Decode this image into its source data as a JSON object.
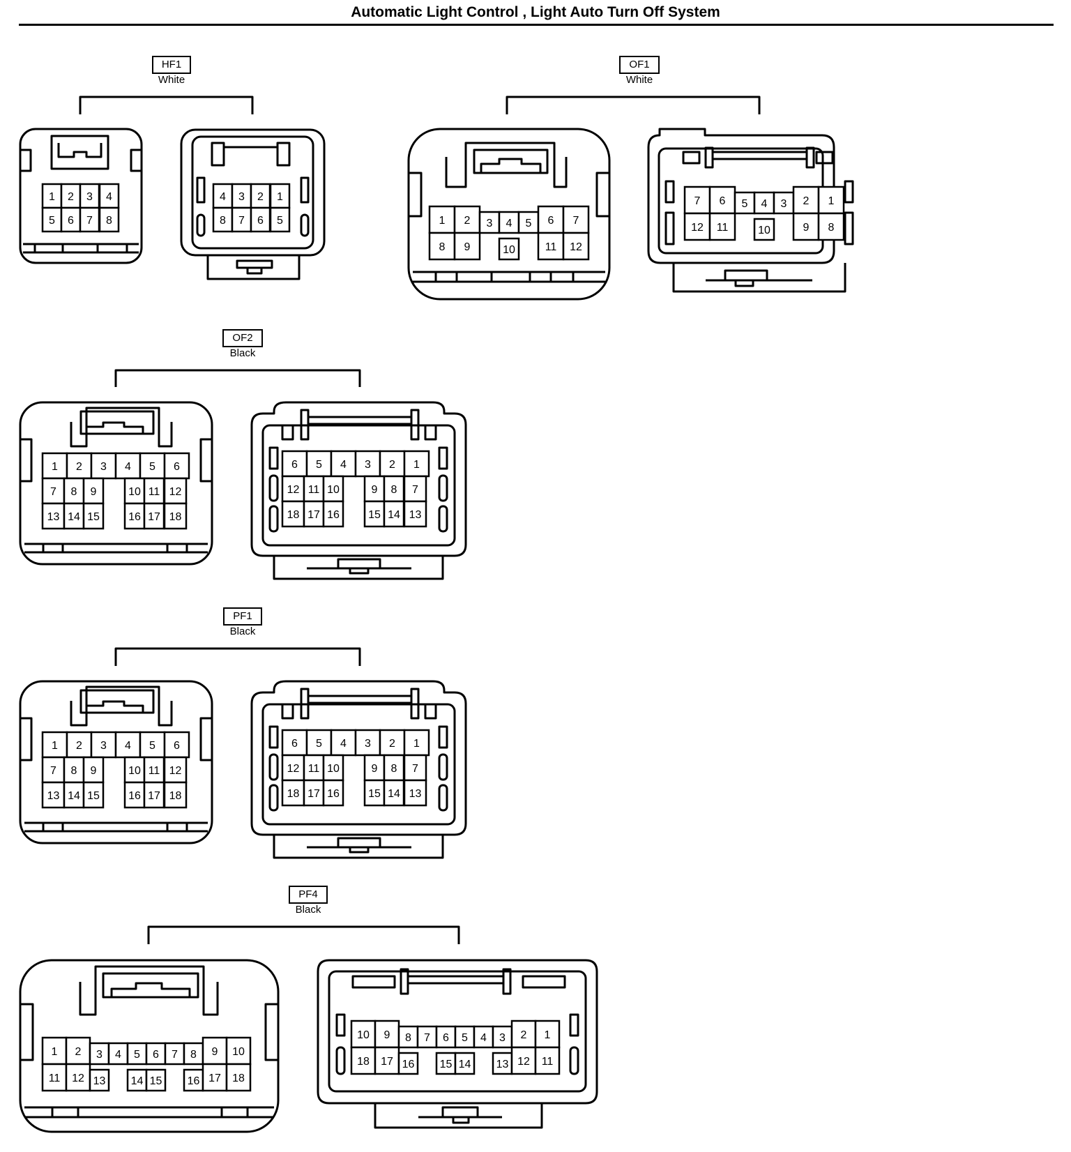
{
  "title": "Automatic Light Control , Light Auto Turn Off System",
  "connectors": [
    {
      "id": "HF1",
      "color": "White",
      "female_pins": [
        [
          "1",
          "2",
          "3",
          "4"
        ],
        [
          "5",
          "6",
          "7",
          "8"
        ]
      ],
      "male_pins": [
        [
          "4",
          "3",
          "2",
          "1"
        ],
        [
          "8",
          "7",
          "6",
          "5"
        ]
      ]
    },
    {
      "id": "OF1",
      "color": "White",
      "female_pins": [
        [
          "1",
          "2",
          "3",
          "4",
          "5",
          "6",
          "7"
        ],
        [
          "8",
          "9",
          "10",
          "11",
          "12"
        ]
      ],
      "male_pins": [
        [
          "7",
          "6",
          "5",
          "4",
          "3",
          "2",
          "1"
        ],
        [
          "12",
          "11",
          "10",
          "9",
          "8"
        ]
      ]
    },
    {
      "id": "OF2",
      "color": "Black",
      "female_pins": [
        [
          "1",
          "2",
          "3",
          "4",
          "5",
          "6"
        ],
        [
          "7",
          "8",
          "9",
          "10",
          "11",
          "12"
        ],
        [
          "13",
          "14",
          "15",
          "16",
          "17",
          "18"
        ]
      ],
      "male_pins": [
        [
          "6",
          "5",
          "4",
          "3",
          "2",
          "1"
        ],
        [
          "12",
          "11",
          "10",
          "9",
          "8",
          "7"
        ],
        [
          "18",
          "17",
          "16",
          "15",
          "14",
          "13"
        ]
      ]
    },
    {
      "id": "PF1",
      "color": "Black",
      "female_pins": [
        [
          "1",
          "2",
          "3",
          "4",
          "5",
          "6"
        ],
        [
          "7",
          "8",
          "9",
          "10",
          "11",
          "12"
        ],
        [
          "13",
          "14",
          "15",
          "16",
          "17",
          "18"
        ]
      ],
      "male_pins": [
        [
          "6",
          "5",
          "4",
          "3",
          "2",
          "1"
        ],
        [
          "12",
          "11",
          "10",
          "9",
          "8",
          "7"
        ],
        [
          "18",
          "17",
          "16",
          "15",
          "14",
          "13"
        ]
      ]
    },
    {
      "id": "PF4",
      "color": "Black",
      "female_pins": [
        [
          "1",
          "2",
          "3",
          "4",
          "5",
          "6",
          "7",
          "8",
          "9",
          "10"
        ],
        [
          "11",
          "12",
          "13",
          "14",
          "15",
          "16",
          "17",
          "18"
        ]
      ],
      "male_pins": [
        [
          "10",
          "9",
          "8",
          "7",
          "6",
          "5",
          "4",
          "3",
          "2",
          "1"
        ],
        [
          "18",
          "17",
          "16",
          "15",
          "14",
          "13",
          "12",
          "11"
        ]
      ]
    }
  ]
}
